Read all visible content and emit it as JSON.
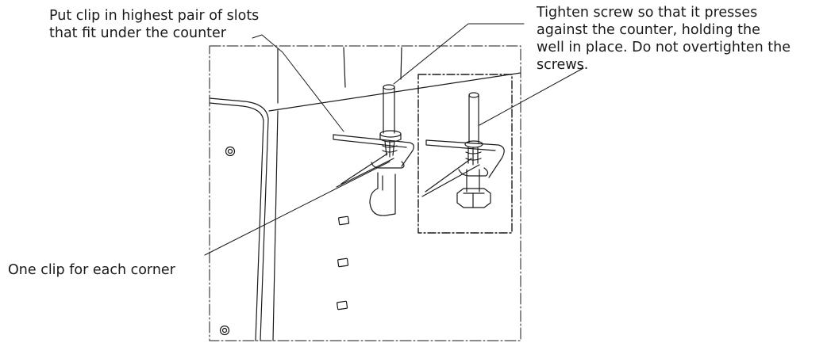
{
  "callouts": {
    "clip_slot": {
      "line1": "Put clip in highest pair of slots",
      "line2": "that fit under the counter"
    },
    "tighten_screw": {
      "line1": "Tighten screw so that it presses",
      "line2": "against the counter, holding the",
      "line3": "well in place. Do not overtighten the",
      "line4": "screws."
    },
    "one_clip": {
      "line1": "One clip for each corner"
    }
  },
  "colors": {
    "ink": "#1a1a1a",
    "background": "#ffffff"
  }
}
